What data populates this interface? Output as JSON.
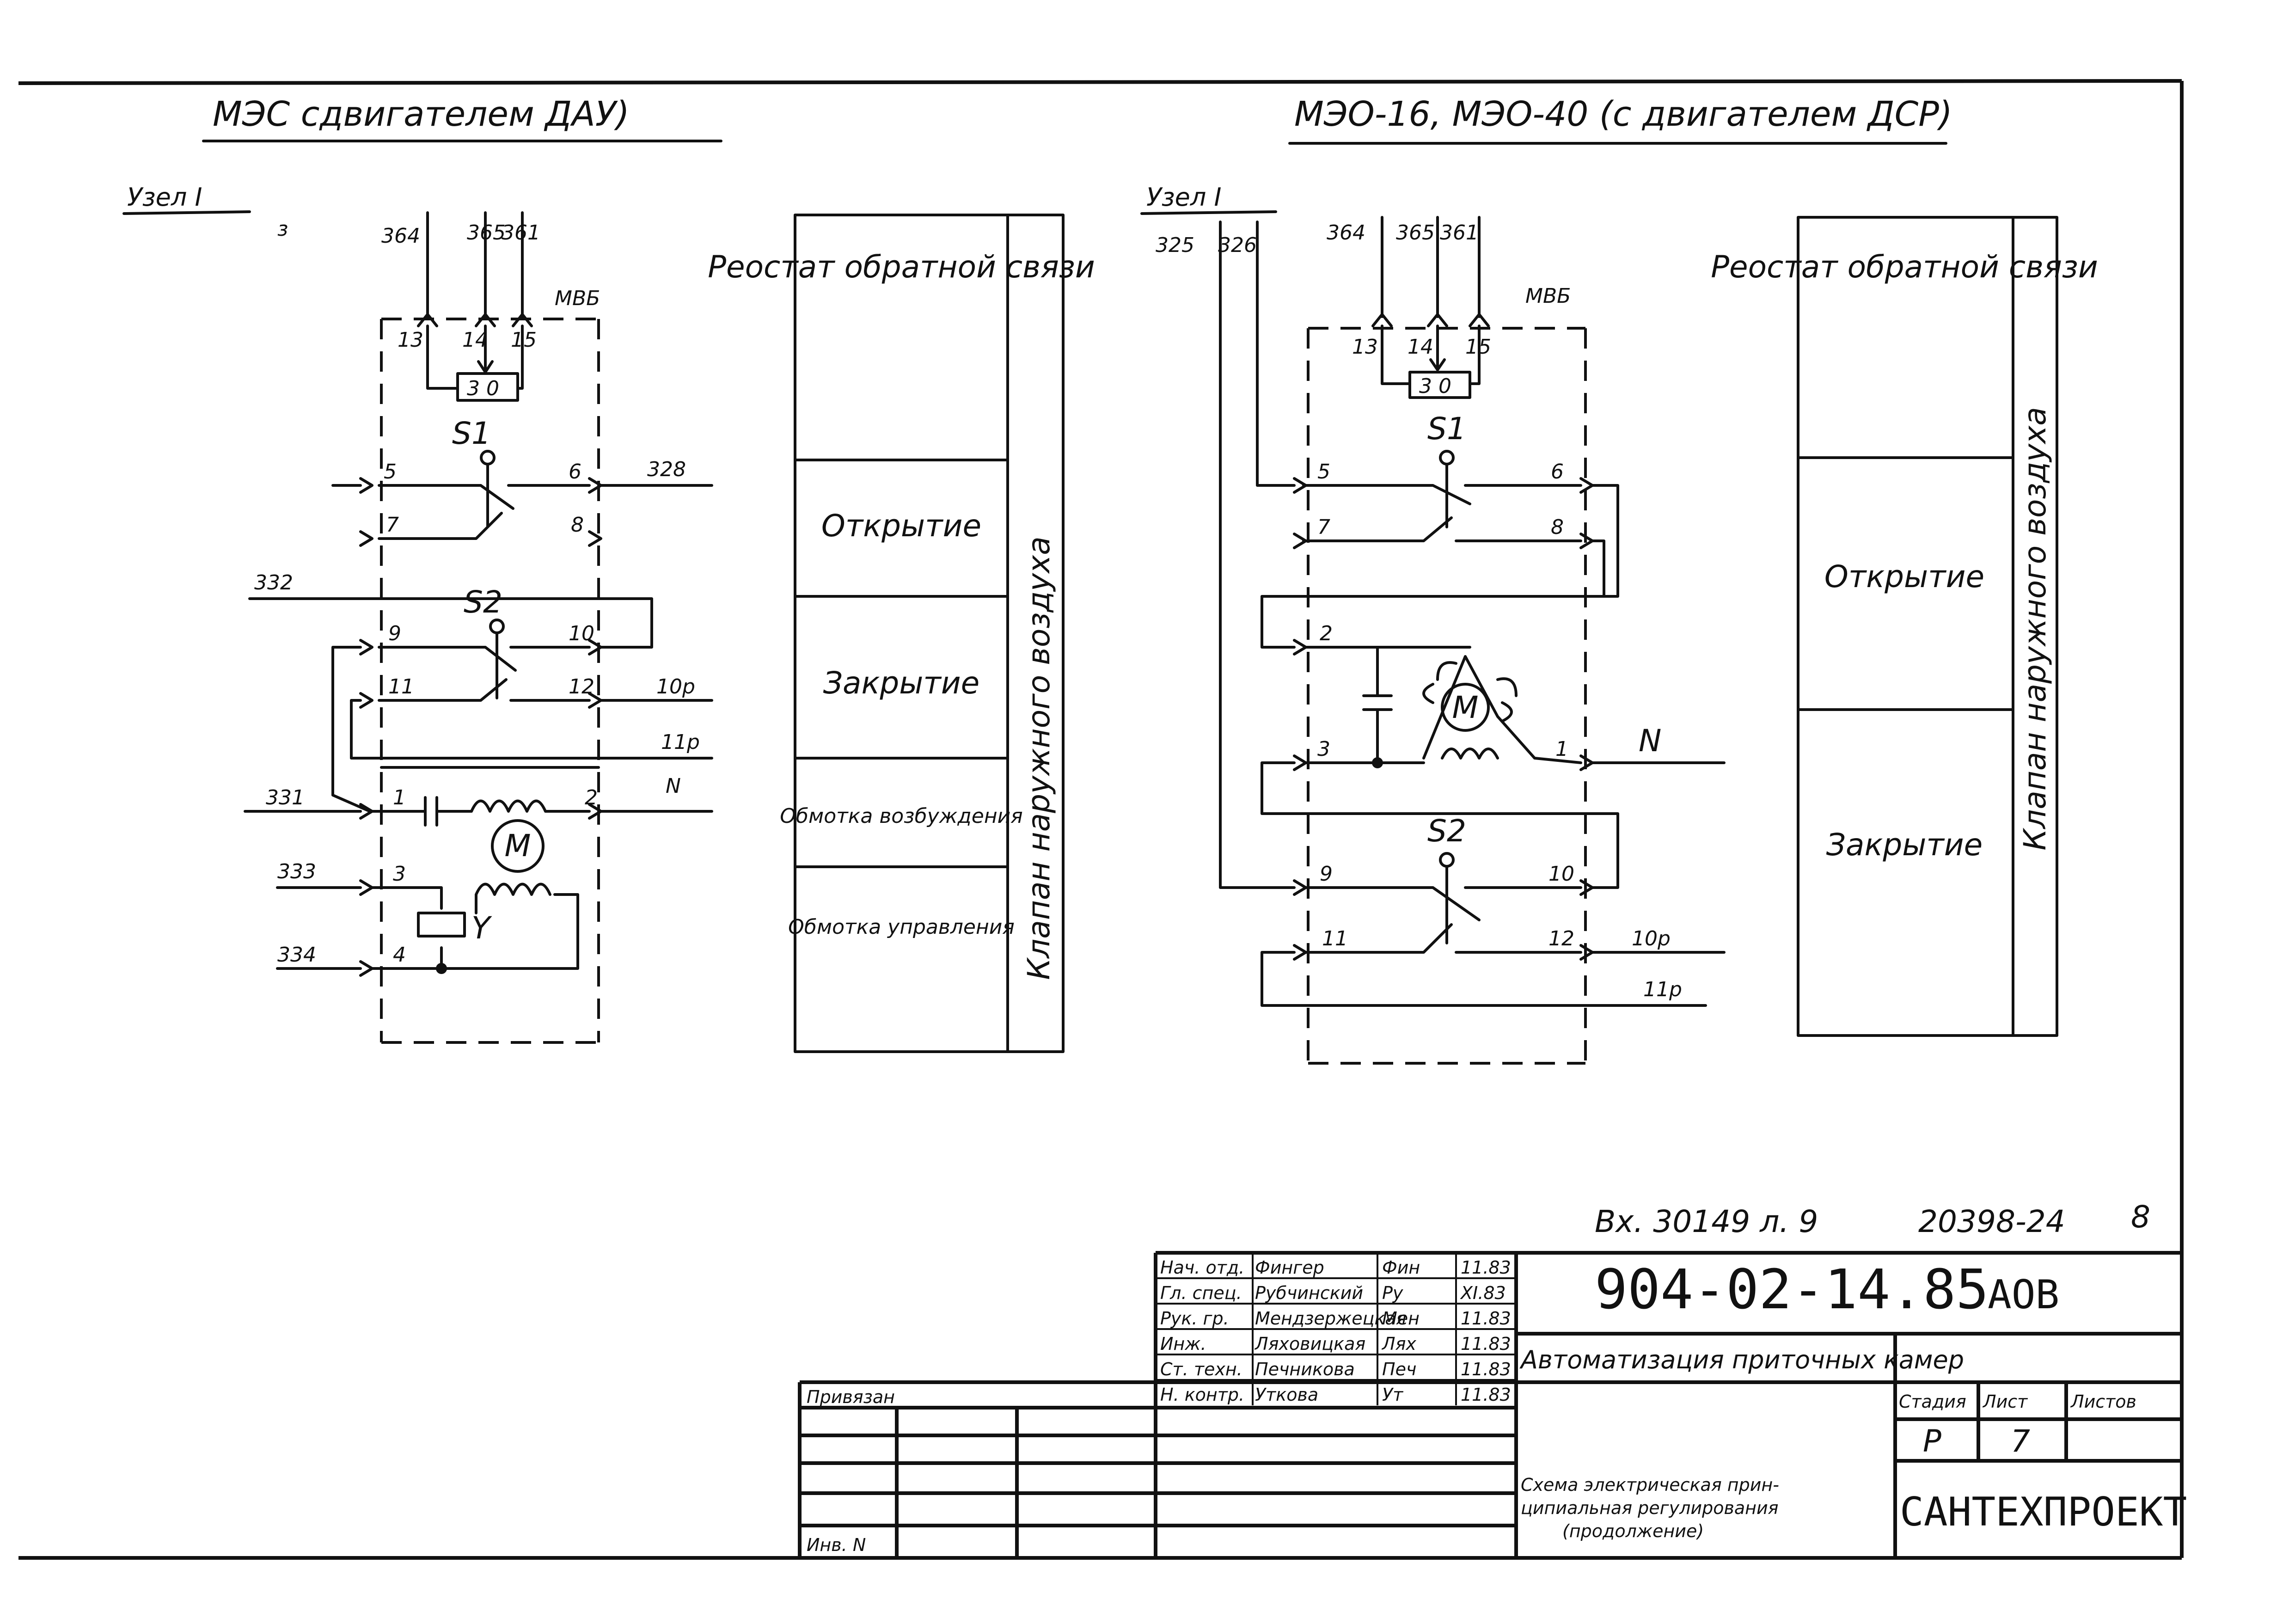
{
  "headings": {
    "left": "МЭС    сдвигателем ДАУ)",
    "right": "МЭО-16, МЭО-40 (с двигателем ДСР)"
  },
  "node_label": "Узел I",
  "left_scheme": {
    "top_terminals": [
      "364",
      "365",
      "361"
    ],
    "stray_mark": "з",
    "block": "МВБ",
    "pins": [
      "13",
      "14",
      "15"
    ],
    "feedback": "3 0",
    "switch1": "S1",
    "switch2": "S2",
    "contacts": [
      "5",
      "6",
      "7",
      "8",
      "9",
      "10",
      "11",
      "12",
      "1",
      "2",
      "3",
      "4"
    ],
    "wires": [
      "328",
      "332",
      "10р",
      "11р",
      "N",
      "331",
      "333",
      "334"
    ],
    "motor": "M",
    "coil": "Y"
  },
  "right_scheme": {
    "top_terminals": [
      "325",
      "326",
      "364",
      "365",
      "361"
    ],
    "block": "МВБ",
    "pins": [
      "13",
      "14",
      "15"
    ],
    "feedback": "3 0",
    "switch1": "S1",
    "switch2": "S2",
    "contacts": [
      "5",
      "6",
      "7",
      "8",
      "2",
      "3",
      "1",
      "9",
      "10",
      "11",
      "12"
    ],
    "wires": [
      "N",
      "10р",
      "11р"
    ],
    "motor": "M"
  },
  "left_legend": {
    "rows": [
      "Реостат обратной связи",
      "Открытие",
      "Закрытие",
      "Обмотка возбуждения",
      "Обмотка управления"
    ],
    "side": "Клапан наружного воздуха"
  },
  "right_legend": {
    "rows": [
      "Реостат обратной связи",
      "Открытие",
      "Закрытие"
    ],
    "side": "Клапан наружного воздуха"
  },
  "title_block": {
    "stamp": "Вх. 30149 л. 9",
    "archive": "20398-24",
    "sheet_corner": "8",
    "code": "904-02-14.85",
    "mark": "АОВ",
    "roles": [
      "Нач. отд.",
      "Гл. спец.",
      "Рук. гр.",
      "Инж.",
      "Ст. техн.",
      "Н. контр."
    ],
    "names": [
      "Фингер",
      "Рубчинский",
      "Мендзержецкая",
      "Ляховицкая",
      "Печникова",
      "Уткова"
    ],
    "signatures": [
      "Фин",
      "Ру",
      "Мен",
      "Лях",
      "Печ",
      "Ут"
    ],
    "dates": [
      "11.83",
      "XI.83",
      "11.83",
      "11.83",
      "11.83",
      "11.83"
    ],
    "object": "Автоматизация приточных камер",
    "stage_header": "Стадия",
    "sheet_header": "Лист",
    "sheets_header": "Листов",
    "stage": "Р",
    "sheet": "7",
    "description": [
      "Схема электрическая прин-",
      "ципиальная регулирования",
      "(продолжение)"
    ],
    "org": "САНТЕХПРОЕКТ",
    "privyazan": "Привязан",
    "inv": "Инв. N"
  }
}
